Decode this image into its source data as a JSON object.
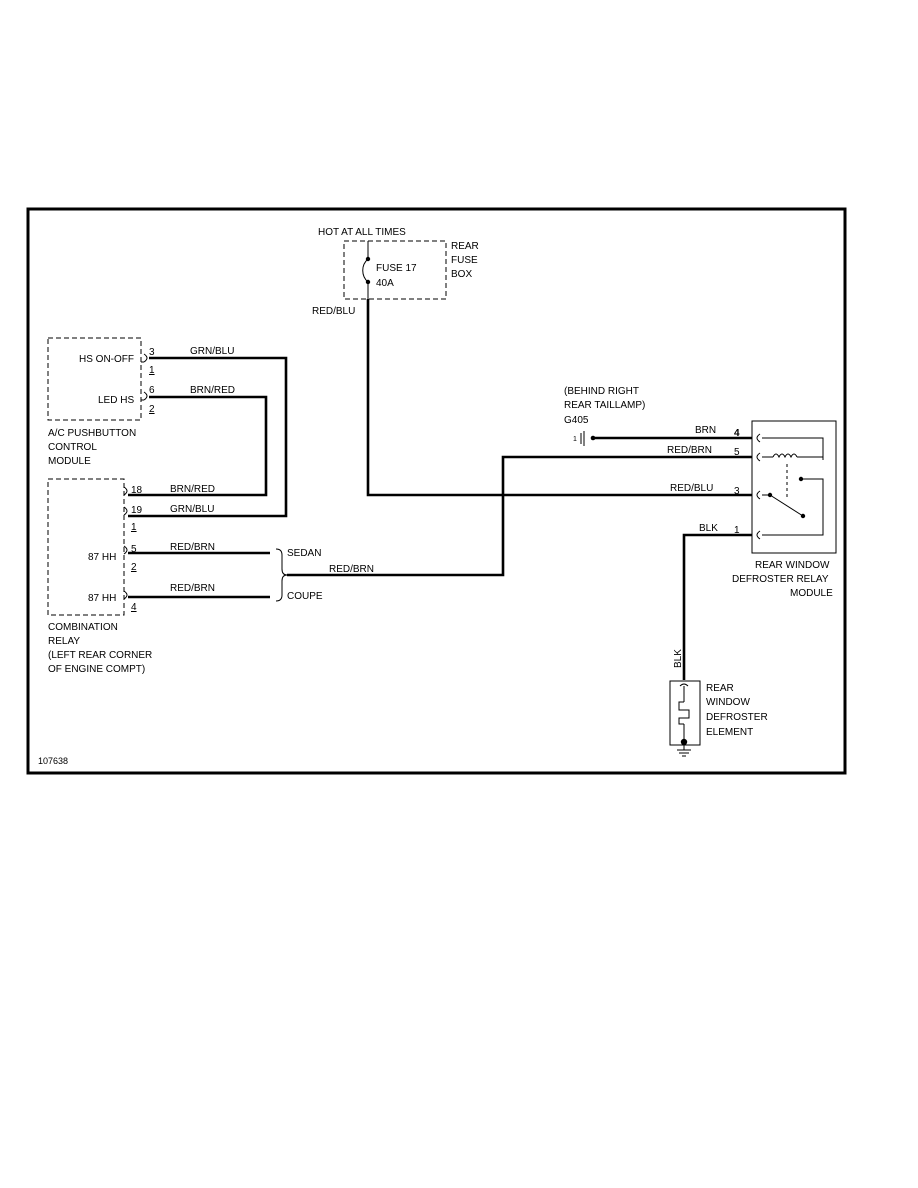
{
  "diagram": {
    "figure_id": "107638",
    "hot_label": "HOT AT ALL TIMES",
    "fuse": {
      "name": "FUSE 17",
      "rating": "40A"
    },
    "fuse_box": [
      "REAR",
      "FUSE",
      "BOX"
    ],
    "red_blu_top": "RED/BLU",
    "ac_module": {
      "hs_label": "HS ON-OFF",
      "led_label": "LED HS",
      "pins": [
        "3",
        "1",
        "6",
        "2"
      ],
      "name": [
        "A/C PUSHBUTTON",
        "CONTROL",
        "MODULE"
      ]
    },
    "wires": {
      "grn_blu": "GRN/BLU",
      "brn_red": "BRN/RED",
      "red_brn": "RED/BRN",
      "brn": "BRN",
      "red_blu": "RED/BLU",
      "blk": "BLK"
    },
    "combination_relay": {
      "pins": [
        "18",
        "19",
        "1",
        "5",
        "2",
        "4"
      ],
      "labels": [
        "87 HH",
        "87 HH"
      ],
      "name": [
        "COMBINATION",
        "RELAY",
        "(LEFT REAR CORNER",
        "OF ENGINE COMPT)"
      ]
    },
    "sedan": "SEDAN",
    "coupe": "COUPE",
    "ground": {
      "location": [
        "(BEHIND RIGHT",
        "REAR TAILLAMP)"
      ],
      "id": "G405"
    },
    "relay_module": {
      "pins": [
        "4",
        "5",
        "3",
        "1"
      ],
      "name": [
        "REAR WINDOW",
        "DEFROSTER RELAY",
        "MODULE"
      ]
    },
    "element": {
      "name": [
        "REAR",
        "WINDOW",
        "DEFROSTER",
        "ELEMENT"
      ]
    }
  }
}
